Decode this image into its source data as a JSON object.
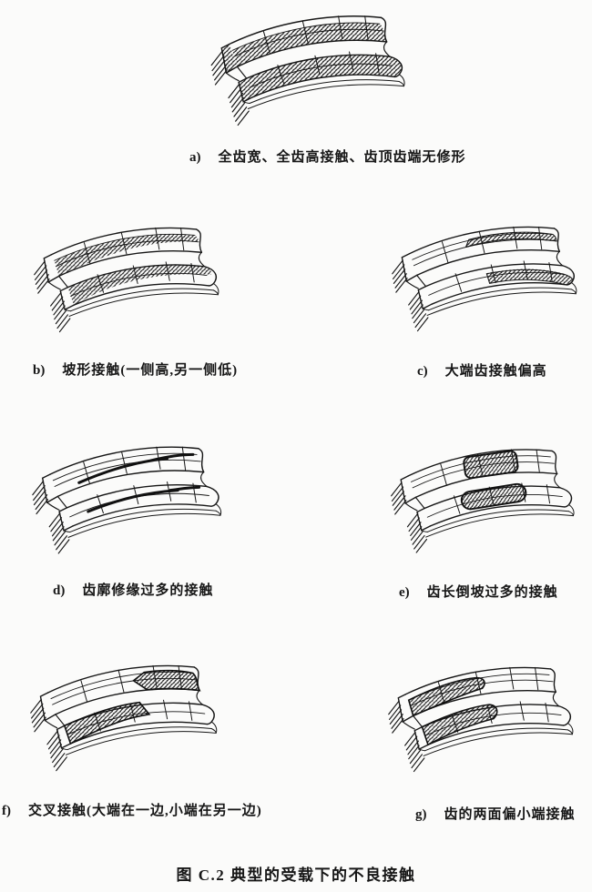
{
  "page": {
    "title": "图 C.2  典型的受载下的不良接触"
  },
  "figures": [
    {
      "label": "a)",
      "caption": "全齿宽、全齿高接触、齿顶齿端无修形"
    },
    {
      "label": "b)",
      "caption": "坡形接触(一侧高,另一侧低)"
    },
    {
      "label": "c)",
      "caption": "大端齿接触偏高"
    },
    {
      "label": "d)",
      "caption": "齿廓修缘过多的接触"
    },
    {
      "label": "e)",
      "caption": "齿长倒坡过多的接触"
    },
    {
      "label": "f)",
      "caption": "交叉接触(大端在一边,小端在另一边)"
    },
    {
      "label": "g)",
      "caption": "齿的两面偏小端接触"
    }
  ],
  "icons": {
    "illustration": "gear-segment-contact-pattern-drawing"
  },
  "colors": {
    "ink": "#161616",
    "paper": "#fbfbfa"
  }
}
